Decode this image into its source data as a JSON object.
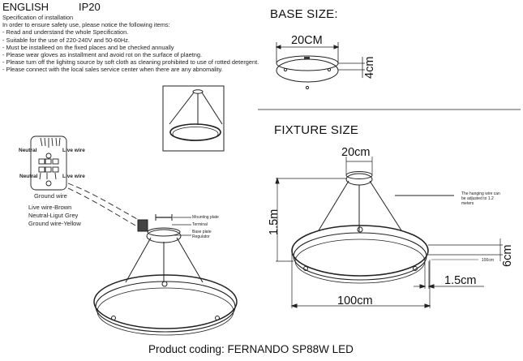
{
  "header": {
    "language": "ENGLISH",
    "ip_rating": "IP20"
  },
  "specification": {
    "title": "Specification of installation",
    "intro": "In order to ensure safety use, please notice the following items:",
    "items": [
      "- Read and understand the whole Specification.",
      "- Suitable for the use of 220-240V and 50-60Hz.",
      "- Must be installeed on the fixed places and be checked annually",
      "- Please wear gloves as installment and avoid rot on the surface of plaetng.",
      "- Please turn off the lighitng source by soft cloth as cleaning prohibited to use of rotted detergent.",
      "- Please connect with the local sales service center when there are any abnomality."
    ]
  },
  "base_size": {
    "title": "BASE SIZE:",
    "width_label": "20CM",
    "height_label": "4cm"
  },
  "fixture_size": {
    "title": "FIXTURE SIZE",
    "base_width_label": "20cm",
    "height_label": "1.5m",
    "ring_height_label": "6cm",
    "ring_thickness_label": "1.5cm",
    "diameter_label": "100cm",
    "inner_small_label": "100cm",
    "hanging_note": [
      "The hanging wire can",
      "be adjusted to 1.2",
      "meters"
    ]
  },
  "wiring": {
    "neutral_top": "Neutral",
    "live_top": "Live wire",
    "neutral_bottom": "Neutral",
    "live_bottom": "Live wire",
    "ground": "Ground wire",
    "legend": [
      "Live wire-Brown",
      "Neutral-Ligut Grey",
      "Ground wire-Yellow"
    ]
  },
  "installation_parts": {
    "mounting_plate": "Mounting plate",
    "terminal": "Terminal",
    "base_plate": "Base plate",
    "regulator": "Regulator"
  },
  "footer": {
    "product_coding": "Product coding: FERNANDO SP88W LED"
  }
}
